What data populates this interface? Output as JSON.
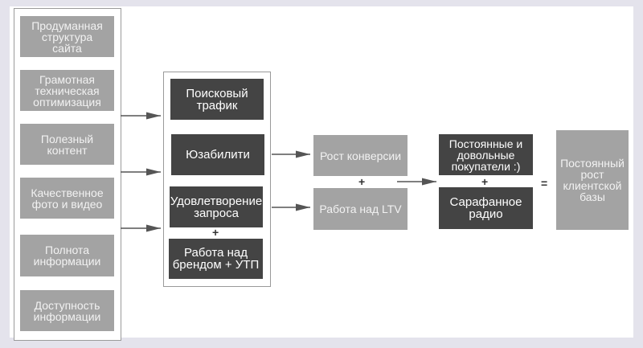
{
  "left_column": [
    "Продуманная\nструктура\nсайта",
    "Грамотная\nтехническая\nоптимизация",
    "Полезный\nконтент",
    "Качественное\nфото и видео",
    "Полнота\nинформации",
    "Доступность\nинформации"
  ],
  "middle_column": [
    "Поисковый\nтрафик",
    "Юзабилити",
    "Удовлетворение\nзапроса",
    "Работа над\nбрендом + УТП"
  ],
  "conversion": [
    "Рост конверсии",
    "Работа над LTV"
  ],
  "customers": [
    "Постоянные и\nдовольные\nпокупатели :)",
    "Сарафанное\nрадио"
  ],
  "result": "Постоянный\nрост\nклиентской\nбазы",
  "symbols": {
    "plus": "+",
    "equals": "="
  }
}
